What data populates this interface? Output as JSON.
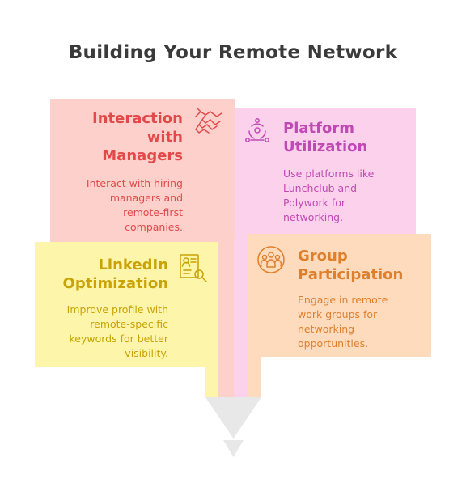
{
  "title": "Building Your Remote Network",
  "cards": {
    "managers": {
      "heading_lines": [
        "Interaction",
        "with",
        "Managers"
      ],
      "description_lines": [
        "Interact with hiring",
        "managers and",
        "remote-first",
        "companies."
      ],
      "icon": "handshake-icon",
      "color": "#fdd0cc",
      "text_color": "#e24a4a"
    },
    "platform": {
      "heading_lines": [
        "Platform",
        "Utilization"
      ],
      "description_lines": [
        "Use platforms like",
        "Lunchclub and",
        "Polywork for",
        "networking."
      ],
      "icon": "network-nodes-icon",
      "color": "#fcd1ec",
      "text_color": "#c04ab4"
    },
    "linkedin": {
      "heading_lines": [
        "LinkedIn",
        "Optimization"
      ],
      "description_lines": [
        "Improve profile with",
        "remote-specific",
        "keywords for better",
        "visibility."
      ],
      "icon": "profile-search-icon",
      "color": "#fdf5a9",
      "text_color": "#c9a206"
    },
    "group": {
      "heading_lines": [
        "Group",
        "Participation"
      ],
      "description_lines": [
        "Engage in remote",
        "work groups for",
        "networking",
        "opportunities."
      ],
      "icon": "group-people-icon",
      "color": "#fedbbd",
      "text_color": "#df7f2c"
    }
  },
  "funnel": {
    "color": "#e8e8e8",
    "icon": "funnel-icon"
  }
}
